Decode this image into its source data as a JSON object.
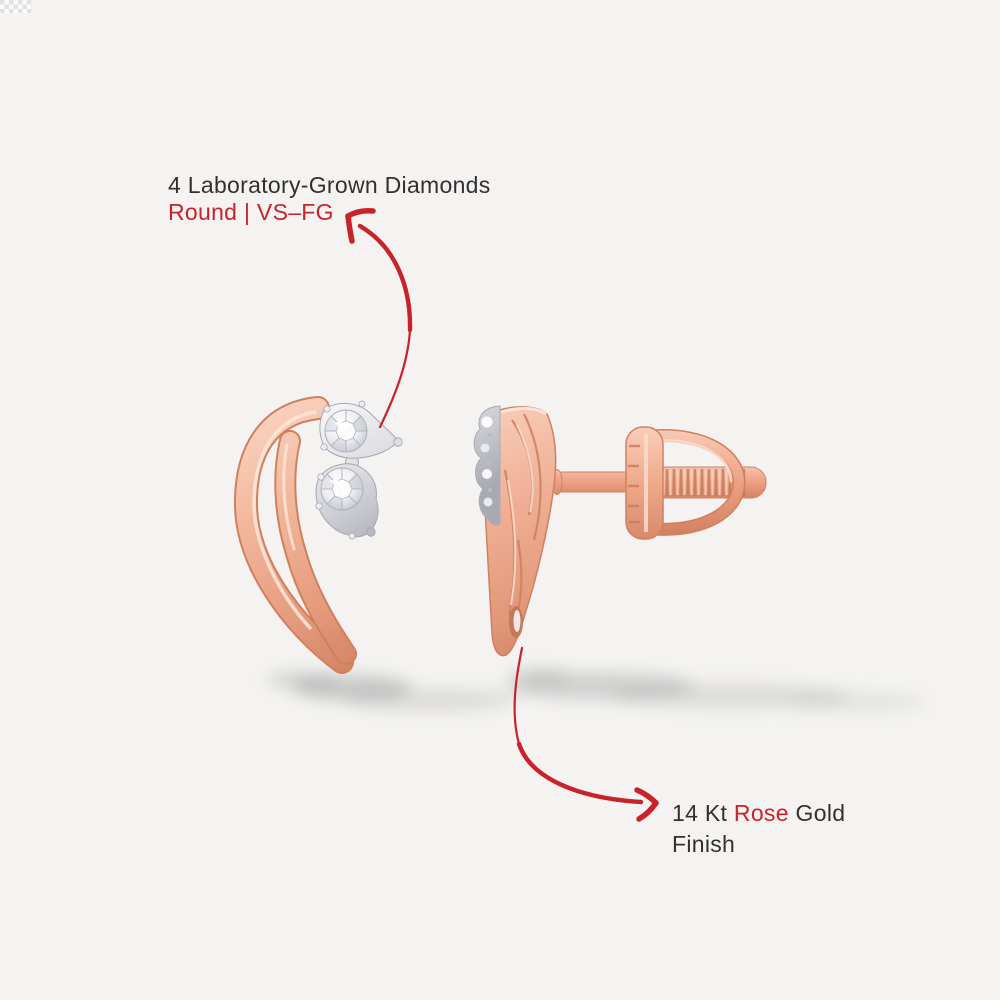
{
  "colors": {
    "background": "#f4f3f1",
    "accent_red": "#c8232b",
    "text": "#323130",
    "rose_gold": "#eeab93",
    "diamond_silver": "#d9dade"
  },
  "callout_diamonds": {
    "line1": "4 Laboratory-Grown Diamonds",
    "line2": "Round | VS–FG"
  },
  "callout_finish": {
    "part1": "14 Kt",
    "highlight": "Rose",
    "part2": "Gold",
    "line2": "Finish"
  }
}
